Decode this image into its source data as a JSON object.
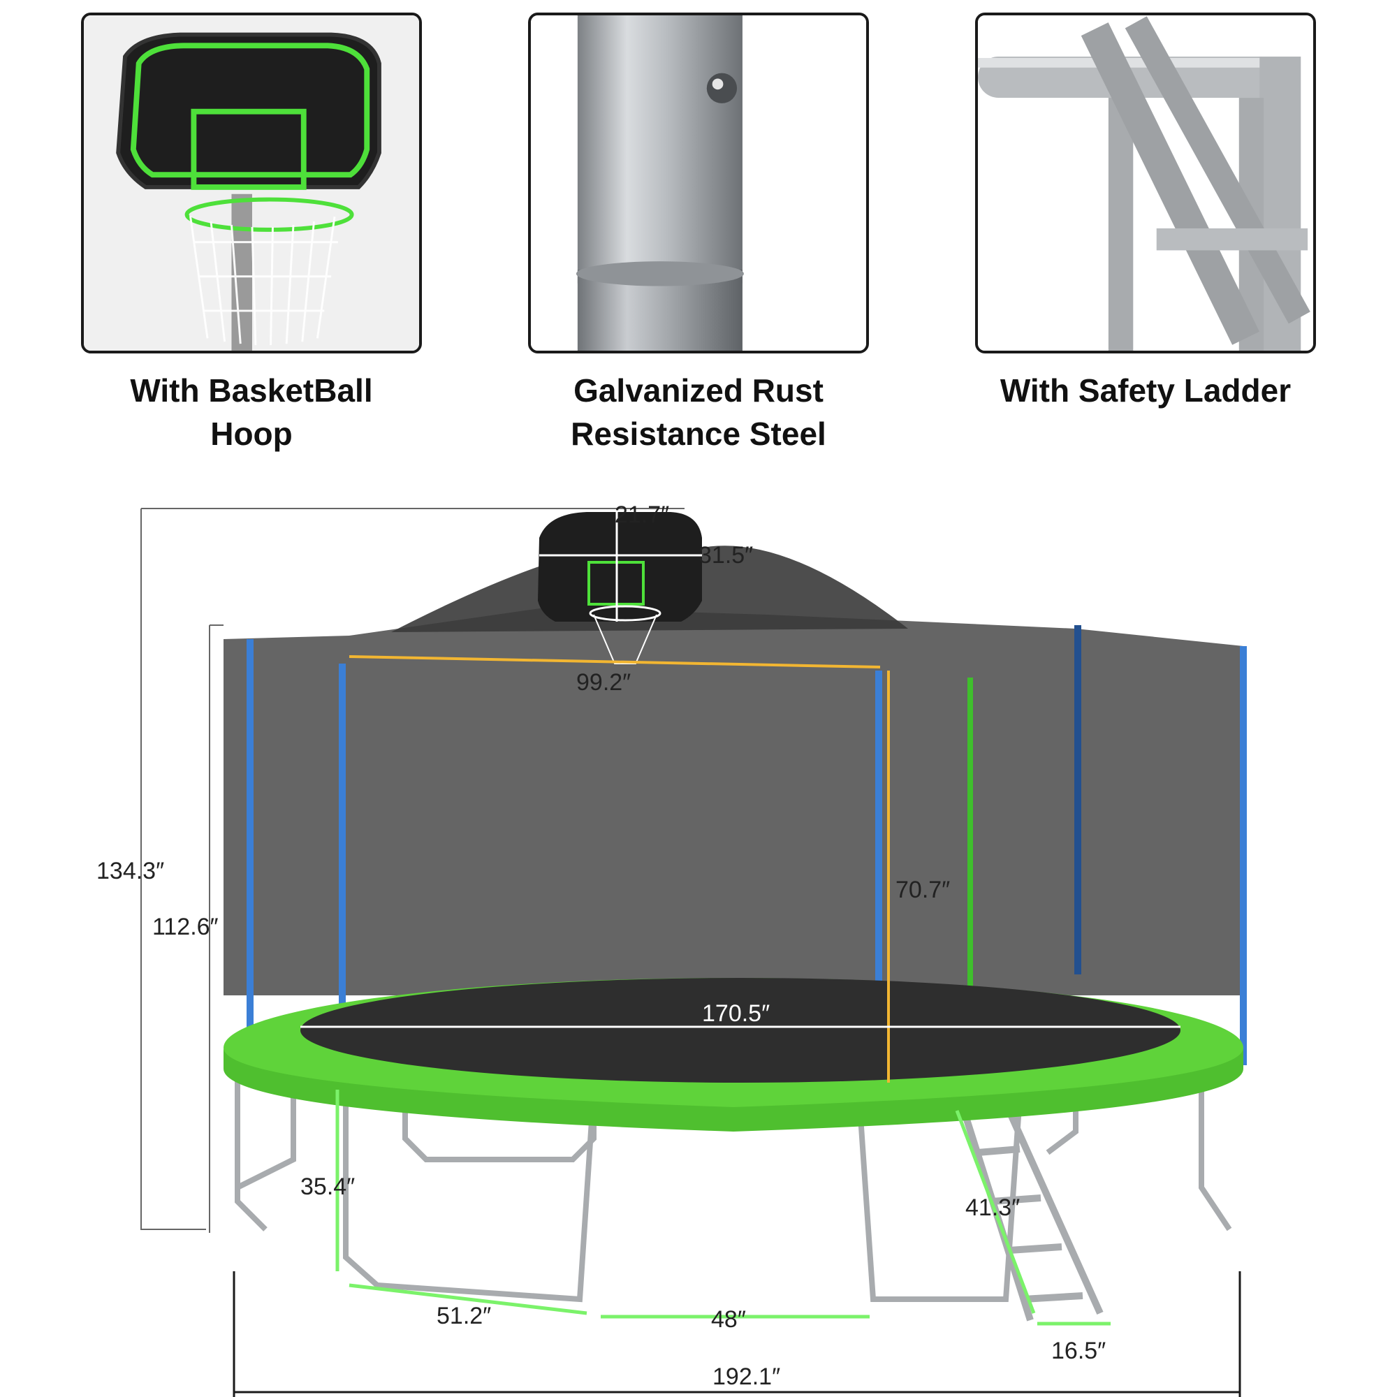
{
  "features": [
    {
      "line1": "With BasketBall",
      "line2": "Hoop"
    },
    {
      "line1": "Galvanized Rust",
      "line2": "Resistance Steel"
    },
    {
      "line1": "With Safety Ladder",
      "line2": ""
    }
  ],
  "dimensions": {
    "backboard_height": "21.7″",
    "backboard_width": "31.5″",
    "net_top_width": "99.2″",
    "total_height": "134.3″",
    "pole_height": "112.6″",
    "enclosure_height": "70.7″",
    "mat_diameter": "170.5″",
    "frame_height": "35.4″",
    "ladder_height": "41.3″",
    "leg_width": "51.2″",
    "leg_spacing": "48″",
    "ladder_width": "16.5″",
    "total_diameter": "192.1″"
  },
  "colors": {
    "pad_green": "#5fd33a",
    "pole_blue": "#3b7fd6",
    "net_gray": "#4a4a4a",
    "dim_green": "#7bf26a",
    "dim_yellow": "#f2b632"
  }
}
